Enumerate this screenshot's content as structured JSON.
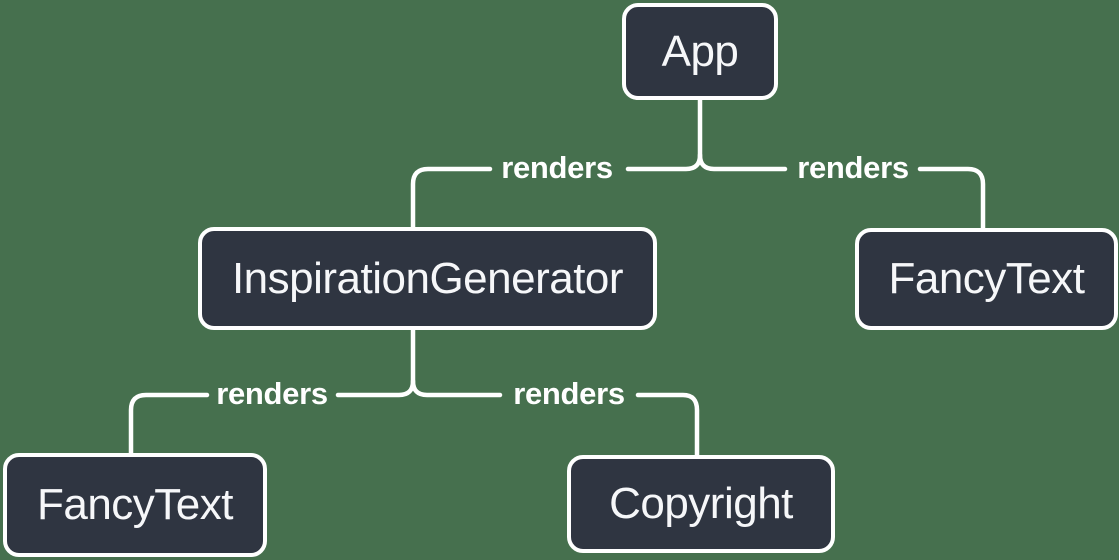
{
  "diagram": {
    "type": "tree",
    "description_colors": {
      "background_color": "#46704E",
      "node_fill": "#2F3541",
      "node_border_color": "#FFFFFF",
      "node_text_color": "#F6F7F9",
      "edge_color": "#FFFFFF"
    },
    "nodes": [
      {
        "id": "app",
        "label": "App"
      },
      {
        "id": "inspiration-generator",
        "label": "InspirationGenerator"
      },
      {
        "id": "fancy-text-top-right",
        "label": "FancyText"
      },
      {
        "id": "fancy-text-bottom-left",
        "label": "FancyText"
      },
      {
        "id": "copyright",
        "label": "Copyright"
      }
    ],
    "edges": [
      {
        "from": "App",
        "to": "InspirationGenerator",
        "label": "renders"
      },
      {
        "from": "App",
        "to": "FancyText",
        "label": "renders"
      },
      {
        "from": "InspirationGenerator",
        "to": "FancyText",
        "label": "renders"
      },
      {
        "from": "InspirationGenerator",
        "to": "Copyright",
        "label": "renders"
      }
    ]
  }
}
